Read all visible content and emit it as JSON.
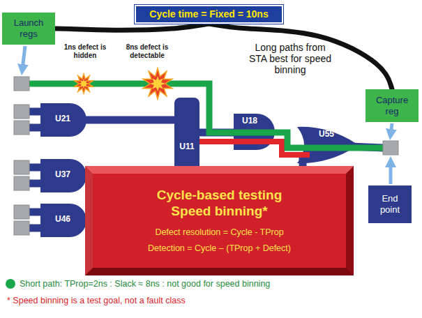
{
  "diagram": {
    "nodes": [
      {
        "text": [
          "Cycle time = Fixed = 10ns"
        ]
      },
      {
        "text": [
          "Launch regs"
        ]
      },
      {
        "text": [
          "Capture reg"
        ]
      },
      {
        "text": [
          "Cycle-based testing Speed binning*",
          "Defect resolution = Cycle - TProp",
          "Detection = Cycle – (TProp + Defect)"
        ]
      },
      {
        "text": [
          "End point"
        ]
      }
    ],
    "edges": [
      {
        "from": 0,
        "to": 1,
        "arrow": "none"
      },
      {
        "from": 0,
        "to": 2,
        "arrow": "none"
      }
    ],
    "labels": [
      "1ns defect is hidden",
      "8ns defect is detectable",
      "Long paths from STA best for speed binning",
      "U21",
      "U11",
      "U18",
      "U55",
      "U37",
      "U46",
      "* Speed binning is a test goal, not a fault class"
    ],
    "legend": [
      {
        "text": "Short path: TProp=2ns : Slack ≈ 8ns : not good for speed binning",
        "color": "#1aa64a"
      }
    ]
  }
}
